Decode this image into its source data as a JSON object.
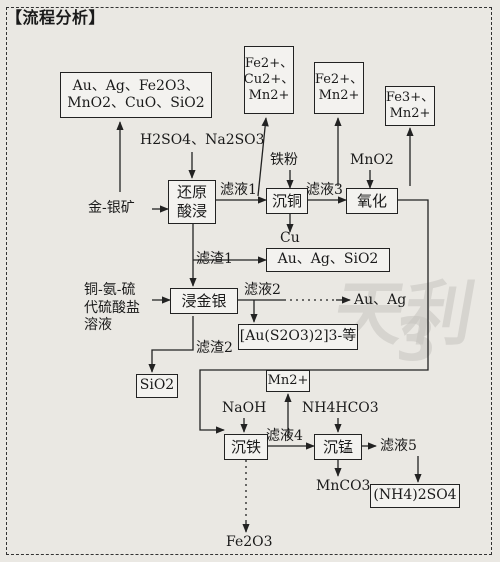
{
  "header": "【流程分析】",
  "watermark": {
    "text1": "天利",
    "text2": "3"
  },
  "boxes": {
    "residue_top": "Au、Ag、Fe2O3、\nMnO2、CuO、SiO2",
    "filtrate1_ions": "Fe2+、\nCu2+、\nMn2+",
    "filtrate3_ions": "Fe2+、\nMn2+",
    "oxidized_ions": "Fe3+、\nMn2+",
    "reduce_leach": "还原\n酸浸",
    "copper_precip": "沉铜",
    "oxidize": "氧化",
    "residue1_content": "Au、Ag、SiO2",
    "gold_leach": "浸金银",
    "complex": "[Au(S2O3)2]3-等",
    "sio2": "SiO2",
    "mn_ion": "Mn2+",
    "iron_precip": "沉铁",
    "mn_precip": "沉锰",
    "ammonium_sulfate": "(NH4)2SO4"
  },
  "labels": {
    "reagents1": "H2SO4、Na2SO3",
    "ore": "金-银矿",
    "filtrate1": "滤液1",
    "iron_powder": "铁粉",
    "filtrate3": "滤液3",
    "mno2": "MnO2",
    "cu": "Cu",
    "residue1": "滤渣1",
    "leach_solution": "铜-氨-硫\n代硫酸盐\n溶液",
    "filtrate2": "滤液2",
    "au_ag": "Au、Ag",
    "residue2": "滤渣2",
    "naoh": "NaOH",
    "nh4hco3": "NH4HCO3",
    "filtrate4": "滤液4",
    "filtrate5": "滤液5",
    "mnco3": "MnCO3",
    "fe2o3": "Fe2O3"
  }
}
